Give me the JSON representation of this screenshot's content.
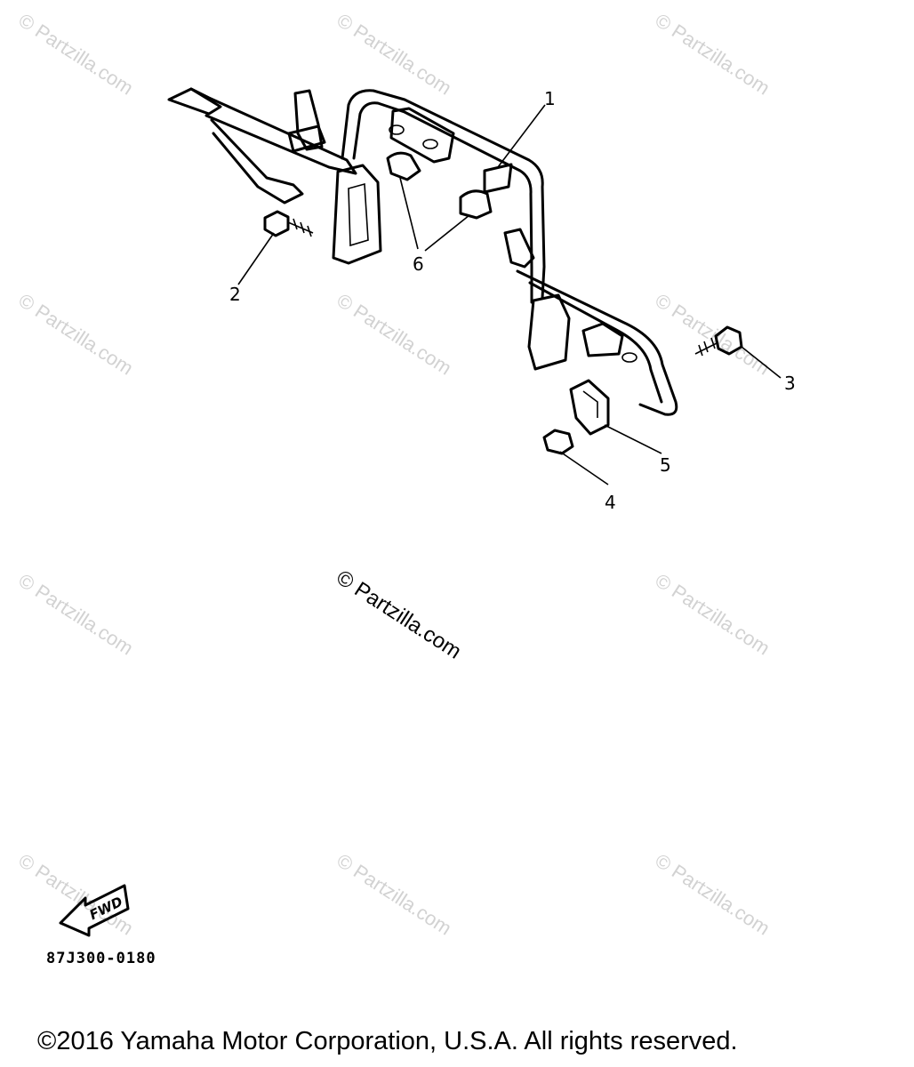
{
  "watermark": {
    "text": "© Partzilla.com"
  },
  "callouts": [
    {
      "number": "1"
    },
    {
      "number": "2"
    },
    {
      "number": "3"
    },
    {
      "number": "4"
    },
    {
      "number": "5"
    },
    {
      "number": "6"
    }
  ],
  "fwd_label": "FWD",
  "drawing_code": "87J300-0180",
  "copyright": "©2016  Yamaha Motor Corporation, U.S.A. All rights reserved."
}
